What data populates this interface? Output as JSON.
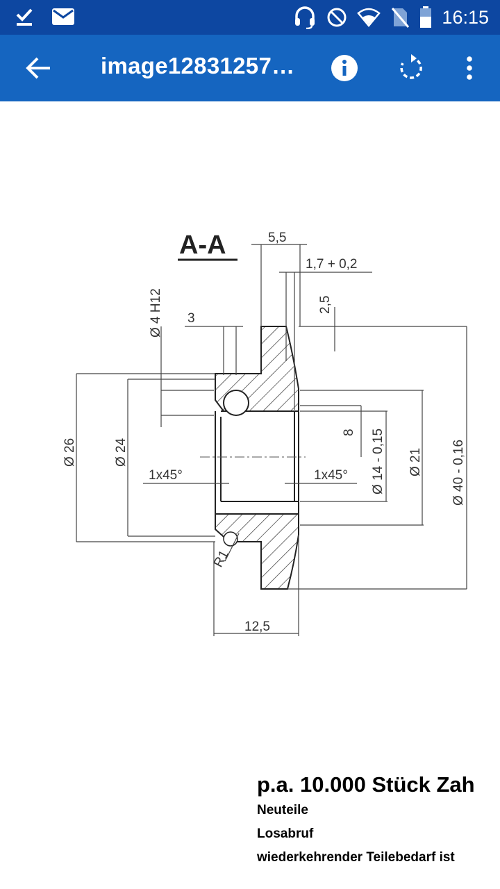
{
  "status_bar": {
    "time": "16:15",
    "icons": [
      "check-icon",
      "mail-icon",
      "headset-icon",
      "do-not-disturb-icon",
      "wifi-icon",
      "no-sim-icon",
      "battery-icon"
    ]
  },
  "app_bar": {
    "title": "image12831257…",
    "icons": [
      "back-arrow-icon",
      "info-icon",
      "rotate-icon",
      "more-vert-icon"
    ]
  },
  "colors": {
    "status_bar": "#0d47a1",
    "app_bar": "#1565c0"
  },
  "drawing": {
    "section_title": "A-A",
    "labels": {
      "d_5_5": "5,5",
      "d_1_7": "1,7 + 0,2",
      "d_2_5": "2,5",
      "d_4h12": "Ø 4 H12",
      "d_3": "3",
      "d_26": "Ø 26",
      "d_24": "Ø 24",
      "chamfer_left": "1x45°",
      "chamfer_right": "1x45°",
      "d_8": "8",
      "d_14": "Ø 14 - 0,15",
      "d_21": "Ø 21",
      "d_40": "Ø 40 - 0,16",
      "r1": "R1",
      "d_12_5": "12,5"
    }
  },
  "document_text": {
    "heading": "p.a. 10.000 Stück Zah",
    "line1": "Neuteile",
    "line2": "Losabruf",
    "line3": "wiederkehrender Teilebedarf ist"
  }
}
